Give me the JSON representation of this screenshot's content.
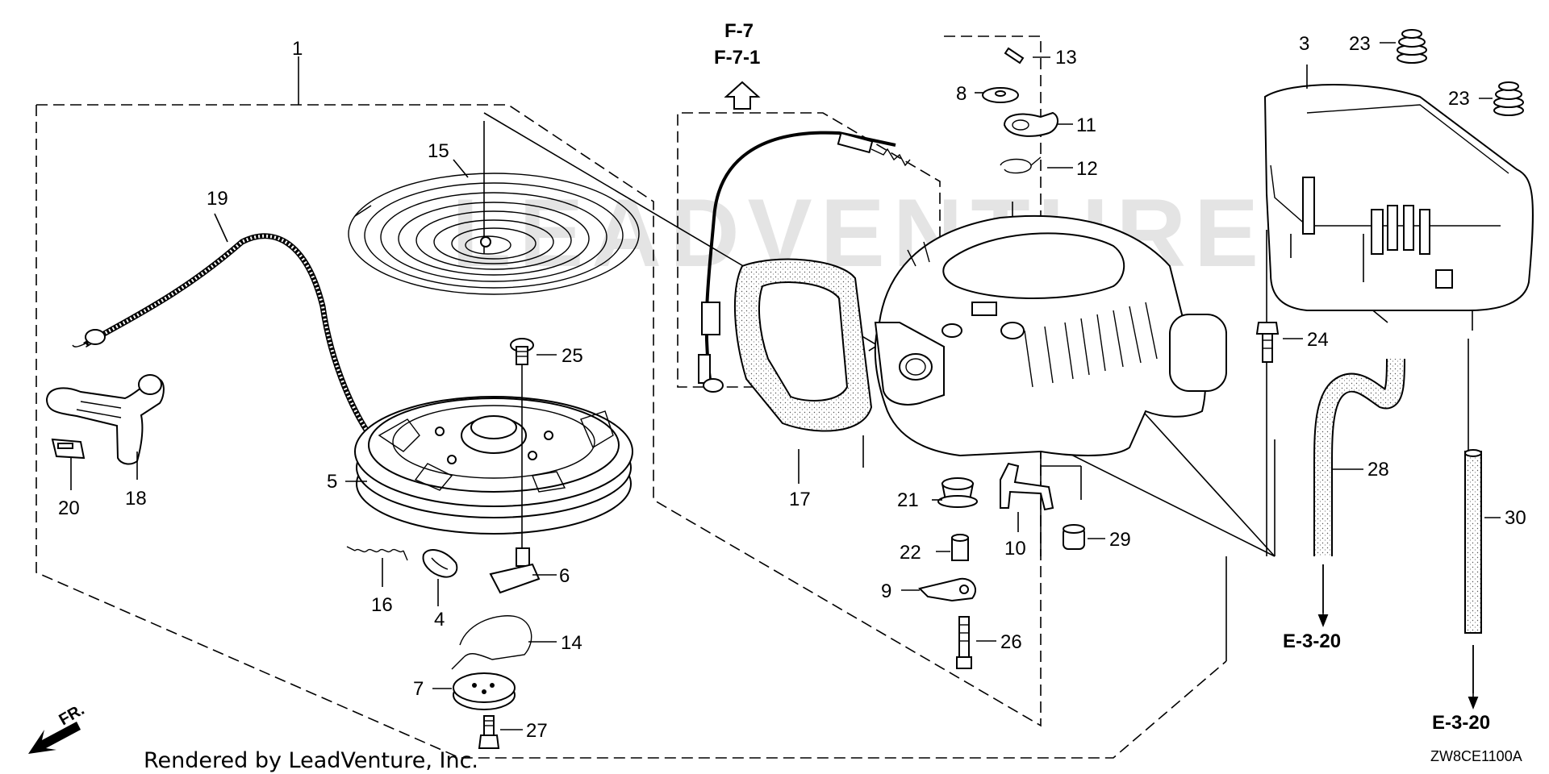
{
  "diagram": {
    "callouts": {
      "c1": "1",
      "c3": "3",
      "c4": "4",
      "c5": "5",
      "c6": "6",
      "c7": "7",
      "c8": "8",
      "c9": "9",
      "c10": "10",
      "c11": "11",
      "c12": "12",
      "c13": "13",
      "c14": "14",
      "c15": "15",
      "c16": "16",
      "c17": "17",
      "c18": "18",
      "c19": "19",
      "c20": "20",
      "c21": "21",
      "c22": "22",
      "c23a": "23",
      "c23b": "23",
      "c24": "24",
      "c25": "25",
      "c26": "26",
      "c27": "27",
      "c28": "28",
      "c29": "29",
      "c30": "30"
    },
    "references": {
      "f7": "F-7",
      "f71": "F-7-1",
      "e320a": "E-3-20",
      "e320b": "E-3-20"
    },
    "front_marker": "FR.",
    "footer_text": "Rendered by LeadVenture, Inc.",
    "diagram_code": "ZW8CE1100A",
    "watermark": "LEADVENTURE"
  }
}
